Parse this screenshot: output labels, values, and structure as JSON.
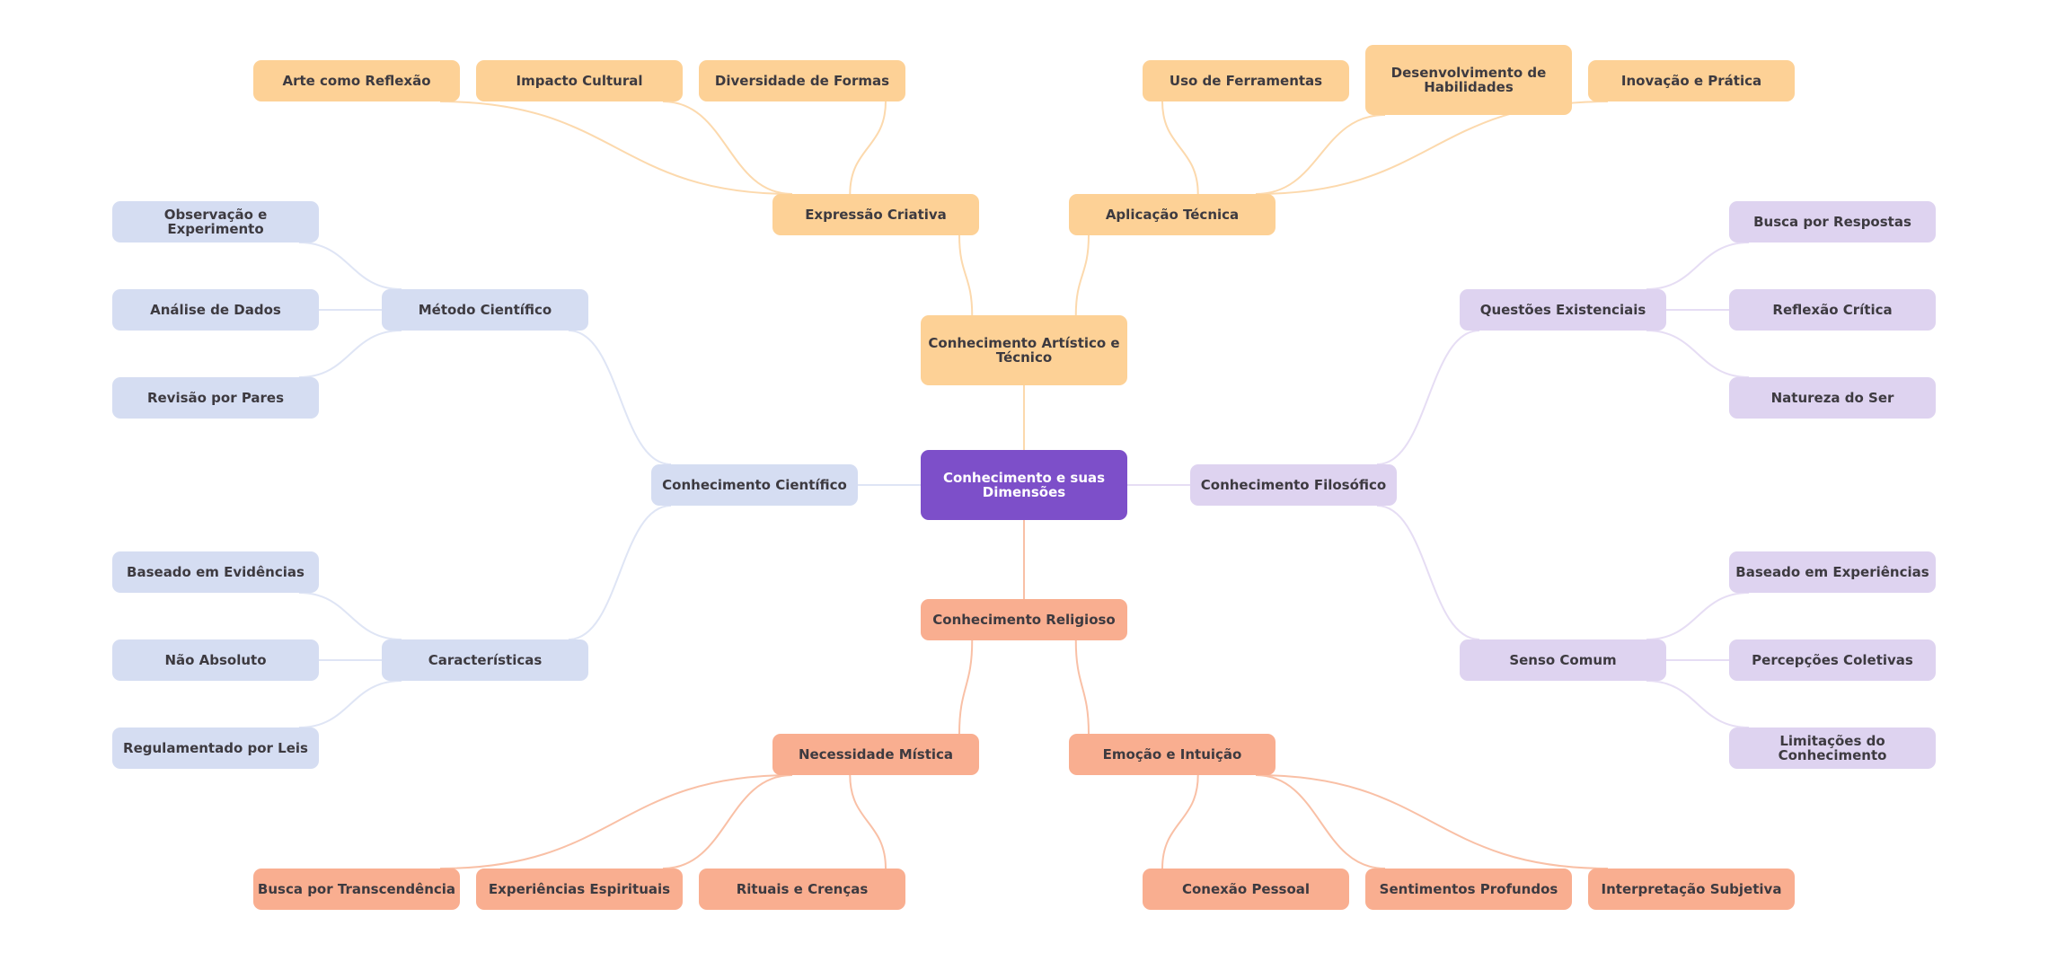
{
  "title": "Conhecimento e suas Dimensões",
  "colors": {
    "center": "#7d4fc9",
    "artistic": "#fdd196",
    "scientific": "#d5ddf2",
    "philosophical": "#ded3f0",
    "religious": "#f9ae90",
    "edge_artistic": "#fcd9ad",
    "edge_scientific": "#dfe5f5",
    "edge_philosophical": "#e6ddf4",
    "edge_religious": "#f9c0a6",
    "text": "#3d3a40"
  },
  "nodes": {
    "root": {
      "label": "Conhecimento e suas Dimensões",
      "group": "center"
    },
    "art": {
      "label": "Conhecimento Artístico e Técnico",
      "group": "art",
      "parent": "root"
    },
    "sci": {
      "label": "Conhecimento Científico",
      "group": "sci",
      "parent": "root"
    },
    "phi": {
      "label": "Conhecimento Filosófico",
      "group": "phi",
      "parent": "root"
    },
    "rel": {
      "label": "Conhecimento Religioso",
      "group": "rel",
      "parent": "root"
    },
    "expr": {
      "label": "Expressão Criativa",
      "group": "art",
      "parent": "art"
    },
    "apl": {
      "label": "Aplicação Técnica",
      "group": "art",
      "parent": "art"
    },
    "arte_refl": {
      "label": "Arte como Reflexão",
      "group": "art",
      "parent": "expr"
    },
    "impacto": {
      "label": "Impacto Cultural",
      "group": "art",
      "parent": "expr"
    },
    "divers": {
      "label": "Diversidade de Formas",
      "group": "art",
      "parent": "expr"
    },
    "uso": {
      "label": "Uso de Ferramentas",
      "group": "art",
      "parent": "apl"
    },
    "desenv": {
      "label": "Desenvolvimento de Habilidades",
      "group": "art",
      "parent": "apl"
    },
    "inov": {
      "label": "Inovação e Prática",
      "group": "art",
      "parent": "apl"
    },
    "metodo": {
      "label": "Método Científico",
      "group": "sci",
      "parent": "sci"
    },
    "caract": {
      "label": "Características",
      "group": "sci",
      "parent": "sci"
    },
    "obs": {
      "label": "Observação e Experimento",
      "group": "sci",
      "parent": "metodo"
    },
    "analise": {
      "label": "Análise de Dados",
      "group": "sci",
      "parent": "metodo"
    },
    "revisao": {
      "label": "Revisão por Pares",
      "group": "sci",
      "parent": "metodo"
    },
    "evid": {
      "label": "Baseado em Evidências",
      "group": "sci",
      "parent": "caract"
    },
    "naoabs": {
      "label": "Não Absoluto",
      "group": "sci",
      "parent": "caract"
    },
    "regul": {
      "label": "Regulamentado por Leis",
      "group": "sci",
      "parent": "caract"
    },
    "questoes": {
      "label": "Questões Existenciais",
      "group": "phi",
      "parent": "phi"
    },
    "senso": {
      "label": "Senso Comum",
      "group": "phi",
      "parent": "phi"
    },
    "busca_resp": {
      "label": "Busca por Respostas",
      "group": "phi",
      "parent": "questoes"
    },
    "reflexao": {
      "label": "Reflexão Crítica",
      "group": "phi",
      "parent": "questoes"
    },
    "natureza": {
      "label": "Natureza do Ser",
      "group": "phi",
      "parent": "questoes"
    },
    "exper": {
      "label": "Baseado em Experiências",
      "group": "phi",
      "parent": "senso"
    },
    "percep": {
      "label": "Percepções Coletivas",
      "group": "phi",
      "parent": "senso"
    },
    "limit": {
      "label": "Limitações do Conhecimento",
      "group": "phi",
      "parent": "senso"
    },
    "mistica": {
      "label": "Necessidade Mística",
      "group": "rel",
      "parent": "rel"
    },
    "emocao": {
      "label": "Emoção e Intuição",
      "group": "rel",
      "parent": "rel"
    },
    "transc": {
      "label": "Busca por Transcendência",
      "group": "rel",
      "parent": "mistica"
    },
    "espirit": {
      "label": "Experiências Espirituais",
      "group": "rel",
      "parent": "mistica"
    },
    "rituais": {
      "label": "Rituais e Crenças",
      "group": "rel",
      "parent": "mistica"
    },
    "conexao": {
      "label": "Conexão Pessoal",
      "group": "rel",
      "parent": "emocao"
    },
    "sentim": {
      "label": "Sentimentos Profundos",
      "group": "rel",
      "parent": "emocao"
    },
    "interp": {
      "label": "Interpretação Subjetiva",
      "group": "rel",
      "parent": "emocao"
    }
  }
}
